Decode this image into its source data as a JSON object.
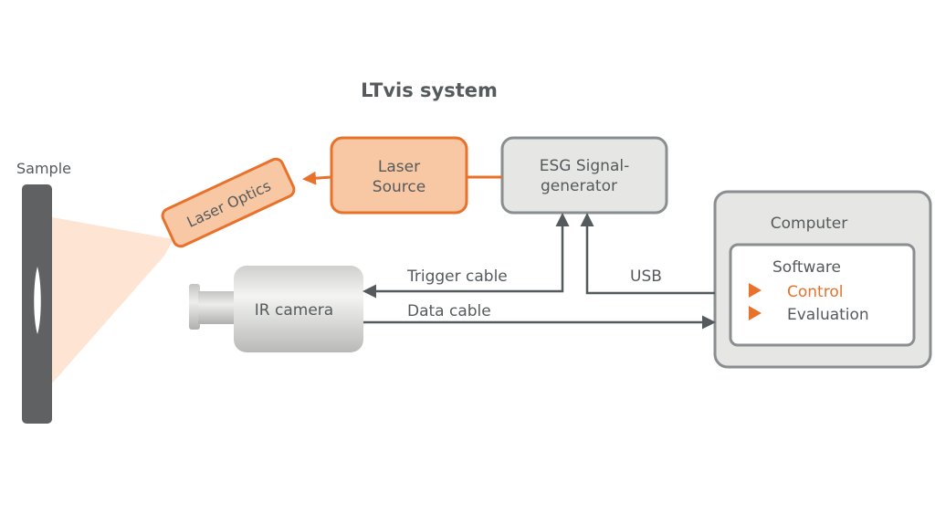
{
  "title": "LTvis system",
  "sample": {
    "label": "Sample"
  },
  "laser_optics": {
    "label": "Laser Optics"
  },
  "laser_source": {
    "line1": "Laser",
    "line2": "Source"
  },
  "signal_generator": {
    "line1": "ESG Signal-",
    "line2": "generator"
  },
  "ir_camera": {
    "label": "IR camera"
  },
  "computer": {
    "label": "Computer",
    "software": {
      "label": "Software",
      "items": [
        {
          "label": "Control",
          "active": true
        },
        {
          "label": "Evaluation",
          "active": false
        }
      ]
    }
  },
  "connections": {
    "trigger_cable": "Trigger cable",
    "data_cable": "Data cable",
    "usb": "USB"
  },
  "colors": {
    "orange": "#e8712b",
    "orange_fill": "#f8c8a4",
    "grey_stroke": "#8a8e90",
    "grey_fill": "#e6e6e4",
    "line": "#555a5c",
    "sample": "#5f6163",
    "beam": "#fde4d3"
  }
}
